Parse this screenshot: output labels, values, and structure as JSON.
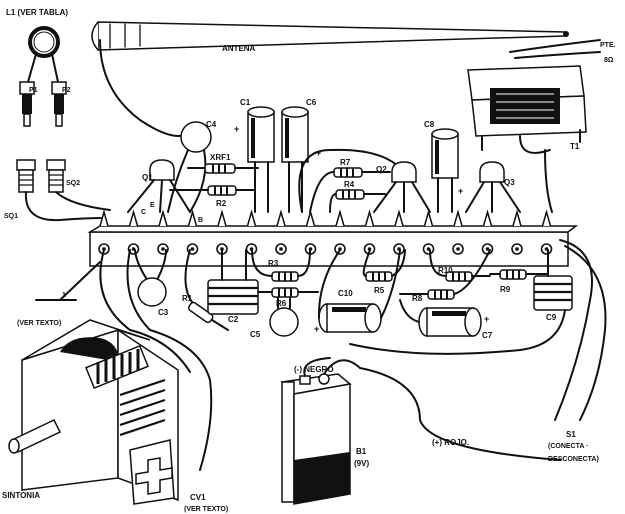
{
  "labels": {
    "l1": "L1 (VER TABLA)",
    "p1": "P1",
    "p2": "P2",
    "sq1": "SQ1",
    "sq2": "SQ2",
    "antena": "ANTENA",
    "pte": "PTE.",
    "ohm": "8Ω",
    "t1": "T1",
    "c1": "C1",
    "c6": "C6",
    "c4": "C4",
    "c8": "C8",
    "xrf1": "XRF1",
    "q1": "Q1",
    "q2": "Q2",
    "q3": "Q3",
    "r2": "R2",
    "r7": "R7",
    "r4": "R4",
    "c_pin": "C",
    "e_pin": "E",
    "b_pin": "B",
    "r3": "R3",
    "r6": "R6",
    "r1": "R1",
    "r5": "R5",
    "r10": "R10",
    "r8": "R8",
    "r9": "R9",
    "c2": "C2",
    "c3": "C3",
    "c5": "C5",
    "c10": "C10",
    "c7": "C7",
    "c9": "C9",
    "ver_texto": "(VER TEXTO)",
    "negro": "(-) NEGRO",
    "rojo": "(+) ROJO.",
    "b1": "B1",
    "b1_v": "(9V)",
    "s1": "S1",
    "s1_a": "(CONECTA ·",
    "s1_b": "DESCONECTA)",
    "sintonia": "SINTONIA",
    "cv1": "CV1",
    "cv1_b": "(VER TEXTO)",
    "plus": "+",
    "plus2": "+",
    "plus3": "+",
    "plus4": "+",
    "plus5": "+"
  }
}
